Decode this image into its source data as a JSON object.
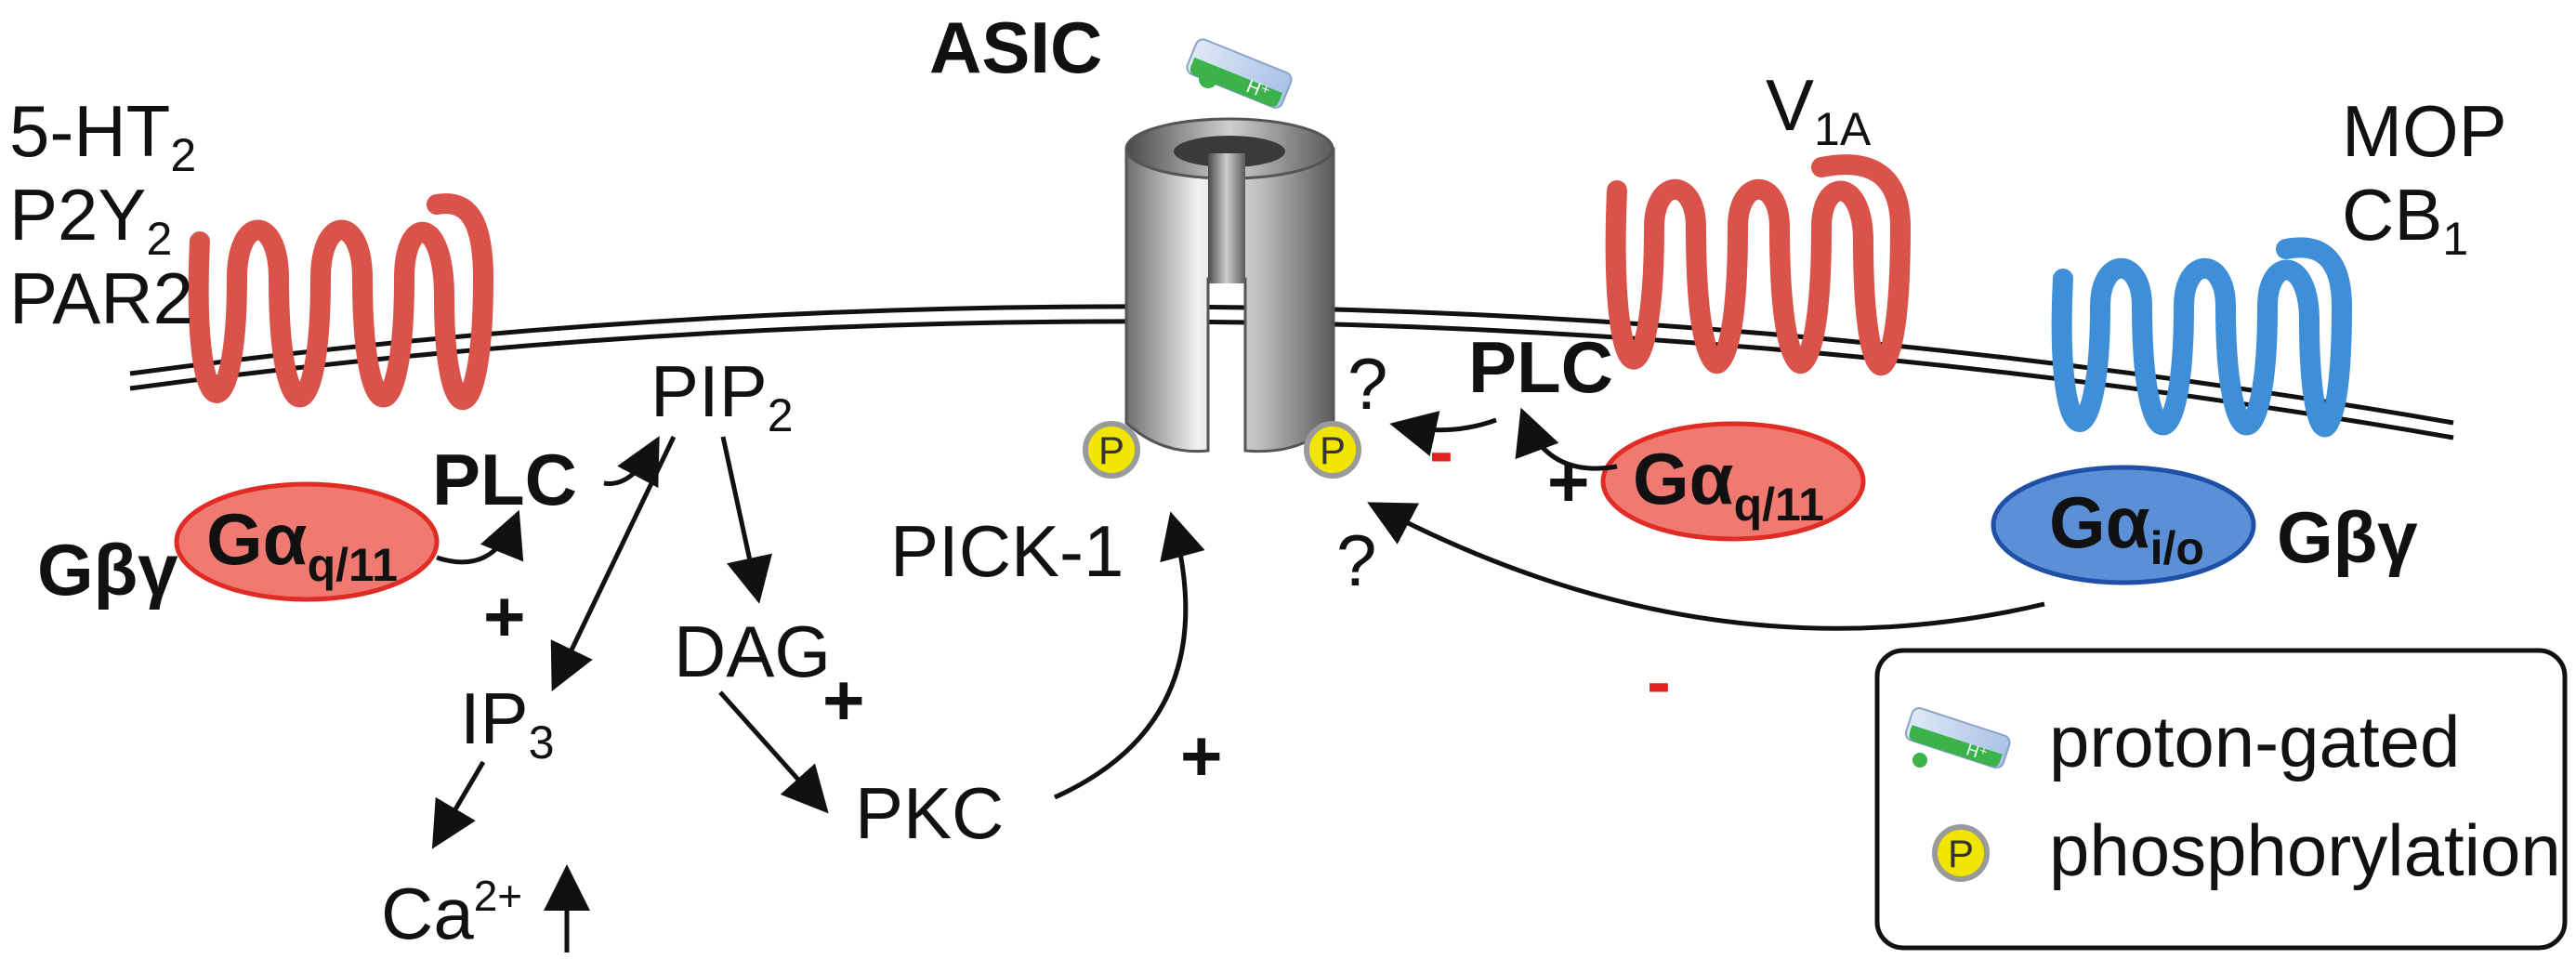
{
  "receptors_left": {
    "line1": "5-HT",
    "line1_sub": "2",
    "line2": "P2Y",
    "line2_sub": "2",
    "line3": "PAR2"
  },
  "receptor_v1a": {
    "label": "V",
    "sub": "1A"
  },
  "receptors_right": {
    "line1": "MOP",
    "line2": "CB",
    "line2_sub": "1"
  },
  "channel": {
    "label": "ASIC"
  },
  "g_protein_q_left": {
    "main": "Gα",
    "sub": "q/11"
  },
  "g_protein_q_right": {
    "main": "Gα",
    "sub": "q/11"
  },
  "g_protein_io": {
    "main": "Gα",
    "sub": "i/o"
  },
  "gbg_left": "Gβγ",
  "gbg_right": "Gβγ",
  "plc_left": "PLC",
  "plc_right": "PLC",
  "pip2": {
    "main": "PIP",
    "sub": "2"
  },
  "dag": "DAG",
  "ip3": {
    "main": "IP",
    "sub": "3"
  },
  "ca": {
    "main": "Ca",
    "sup": "2+"
  },
  "pkc": "PKC",
  "pick1": "PICK-1",
  "signs": {
    "plus_gq_left": "+",
    "plus_dag": "+",
    "plus_pkc": "+",
    "plus_gq_right": "+",
    "minus_plc_right": "-",
    "minus_gio": "-"
  },
  "question_upper": "?",
  "question_lower": "?",
  "phospho_symbol": "P",
  "legend": {
    "proton_gated": "proton-gated",
    "phosphorylation": "phosphorylation",
    "h_label": "H⁺"
  },
  "colors": {
    "gq_receptor": "#d9534a",
    "gq_fill": "#f07a72",
    "gio_receptor": "#3f8fd8",
    "gio_fill": "#5b8fd6",
    "phospho_yellow": "#f2e600",
    "minus_red": "#e0201e",
    "proton_green": "#3cb24a"
  }
}
